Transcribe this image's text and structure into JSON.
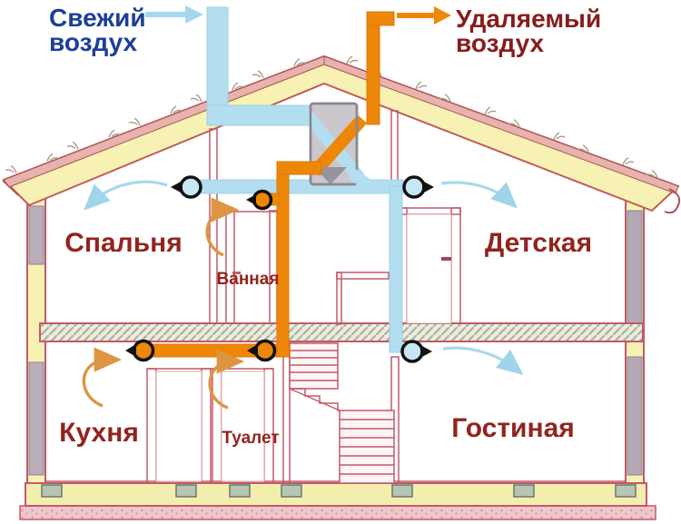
{
  "legend": {
    "fresh_air": {
      "line1": "Свежий",
      "line2": "воздух",
      "text_color": "#1d3f97",
      "duct_color": "#b2def0"
    },
    "exhaust_air": {
      "line1": "Удаляемый",
      "line2": "воздух",
      "text_color": "#871c1c",
      "duct_color": "#ee8709"
    }
  },
  "rooms": {
    "bedroom": {
      "label": "Спальня"
    },
    "children_room": {
      "label": "Детская"
    },
    "bathroom": {
      "label": "Ванная"
    },
    "kitchen": {
      "label": "Кухня"
    },
    "toilet": {
      "label": "Туалет"
    },
    "living_room": {
      "label": "Гостиная"
    }
  },
  "room_label_color": "#92241f",
  "icons": {
    "supply_diffuser": "circle-with-black-triangle (fresh-air outlet)",
    "exhaust_grille": "circle-with-black-triangle (exhaust intake)",
    "flow_arrow": "curved airflow arrow",
    "heat_recovery_unit": "gray box with crossing ducts"
  }
}
